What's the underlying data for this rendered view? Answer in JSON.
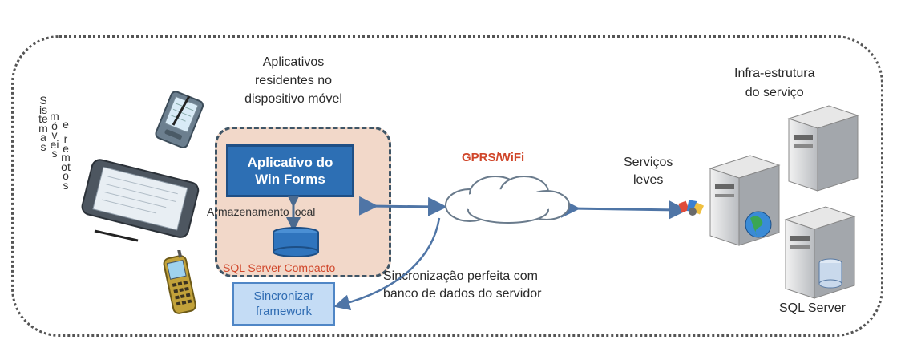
{
  "diagram": {
    "apps_label": [
      "Aplicativos",
      "residentes no",
      "dispositivo móvel"
    ],
    "winforms_label": [
      "Aplicativo do",
      "Win Forms"
    ],
    "local_storage_label": "Armazenamento local",
    "sqlce_label": "SQL Server Compacto",
    "sync_framework_label": [
      "Sincronizar",
      "framework"
    ],
    "sync_desc_label": [
      "Sincronização perfeita com",
      "banco de dados do servidor"
    ],
    "network_label": "GPRS/WiFi",
    "services_label": [
      "Serviços",
      "leves"
    ],
    "infra_label": [
      "Infra-estrutura",
      "do serviço"
    ],
    "sql_server_label": "SQL Server",
    "devices_vertical_text": [
      "Sistemas",
      "móveis",
      "e",
      "remotos"
    ]
  },
  "colors": {
    "accent_blue": "#2d6fb4",
    "peach_fill": "#f2d8c9",
    "red_text": "#d0462a",
    "sync_fill": "#c4dcf5"
  }
}
